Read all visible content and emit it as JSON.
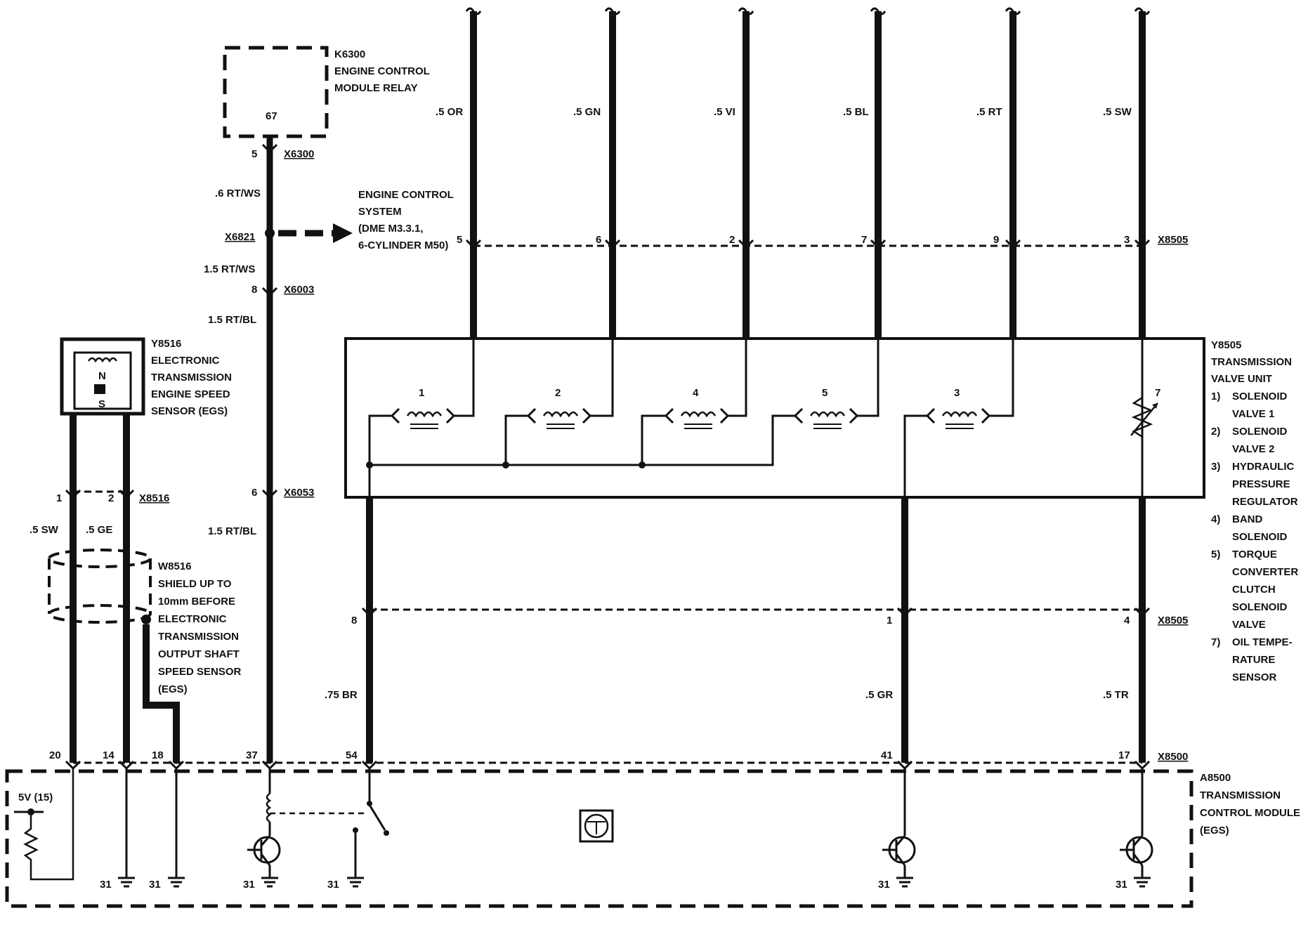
{
  "k6300": {
    "id": "K6300",
    "desc1": "ENGINE CONTROL",
    "desc2": "MODULE RELAY",
    "pin": "67"
  },
  "x6300": {
    "id": "X6300",
    "pin": "5"
  },
  "wire_rt_ws_6": ".6 RT/WS",
  "x6821": {
    "id": "X6821"
  },
  "engine_control": {
    "l1": "ENGINE CONTROL",
    "l2": "SYSTEM",
    "l3": "(DME M3.3.1,",
    "l4": "6-CYLINDER M50)"
  },
  "wire_rt_ws_15": "1.5 RT/WS",
  "x6003": {
    "id": "X6003",
    "pin": "8"
  },
  "wire_rt_bl_top": "1.5 RT/BL",
  "x6053": {
    "id": "X6053",
    "pin": "6"
  },
  "wire_rt_bl_bottom": "1.5 RT/BL",
  "y8516": {
    "id": "Y8516",
    "l1": "ELECTRONIC",
    "l2": "TRANSMISSION",
    "l3": "ENGINE SPEED",
    "l4": "SENSOR (EGS)",
    "pole_n": "N",
    "pole_s": "S"
  },
  "x8516": {
    "id": "X8516",
    "pin1": "1",
    "pin2": "2"
  },
  "wire_sw_left": ".5 SW",
  "wire_ge": ".5 GE",
  "w8516": {
    "id": "W8516",
    "l1": "SHIELD UP TO",
    "l2": "10mm BEFORE",
    "l3": "ELECTRONIC",
    "l4": "TRANSMISSION",
    "l5": "OUTPUT SHAFT",
    "l6": "SPEED SENSOR",
    "l7": "(EGS)"
  },
  "top_wires": [
    {
      "label": ".5 OR",
      "pin": "5"
    },
    {
      "label": ".5 GN",
      "pin": "6"
    },
    {
      "label": ".5 VI",
      "pin": "2"
    },
    {
      "label": ".5 BL",
      "pin": "7"
    },
    {
      "label": ".5 RT",
      "pin": "9"
    },
    {
      "label": ".5 SW",
      "pin": "3"
    }
  ],
  "x8505_top": {
    "id": "X8505"
  },
  "y8505": {
    "id": "Y8505",
    "title1": "TRANSMISSION",
    "title2": "VALVE UNIT",
    "legend": [
      {
        "num": "1)",
        "l1": "SOLENOID",
        "l2": "VALVE 1"
      },
      {
        "num": "2)",
        "l1": "SOLENOID",
        "l2": "VALVE 2"
      },
      {
        "num": "3)",
        "l1": "HYDRAULIC",
        "l2": "PRESSURE",
        "l3": "REGULATOR"
      },
      {
        "num": "4)",
        "l1": "BAND",
        "l2": "SOLENOID"
      },
      {
        "num": "5)",
        "l1": "TORQUE",
        "l2": "CONVERTER",
        "l3": "CLUTCH",
        "l4": "SOLENOID",
        "l5": "VALVE"
      },
      {
        "num": "7)",
        "l1": "OIL TEMPE-",
        "l2": "RATURE",
        "l3": "SENSOR"
      }
    ],
    "coils": [
      "1",
      "2",
      "4",
      "5",
      "3"
    ],
    "sensor_num": "7"
  },
  "x8505_bottom": {
    "id": "X8505",
    "pin_br": "8",
    "pin_gr": "1",
    "pin_tr": "4"
  },
  "wire_br": ".75 BR",
  "wire_gr": ".5 GR",
  "wire_tr": ".5 TR",
  "x8500": {
    "id": "X8500",
    "pins": [
      "20",
      "14",
      "18",
      "37",
      "54",
      "41",
      "17"
    ]
  },
  "a8500": {
    "id": "A8500",
    "l1": "TRANSMISSION",
    "l2": "CONTROL MODULE",
    "l3": "(EGS)"
  },
  "supply": "5V (15)",
  "ground": "31"
}
